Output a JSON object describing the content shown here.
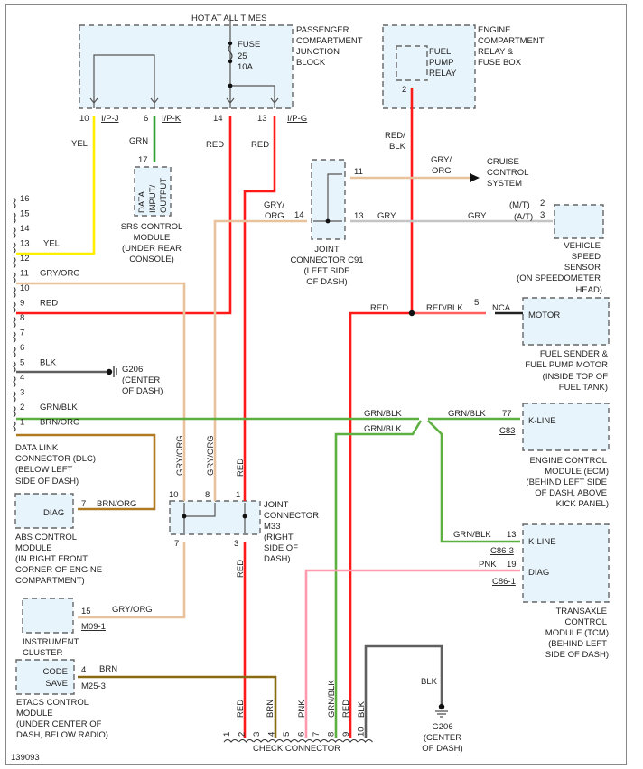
{
  "colors": {
    "RED": "#ff1a1a",
    "YEL": "#ffee00",
    "GRN": "#2fa02f",
    "GRN_BLK": "#5cb040",
    "GRY_ORG": "#e8c29c",
    "GRY": "#c4c4c4",
    "BRN_ORG": "#b07a20",
    "BRN": "#8a6a10",
    "PNK": "#ff99b0",
    "BLK": "#606060",
    "box_fill": "#e8f4fb"
  },
  "figure_id": "139093",
  "header": "HOT AT ALL TIMES",
  "pcjb": {
    "name_lines": [
      "PASSENGER",
      "COMPARTMENT",
      "JUNCTION",
      "BLOCK"
    ],
    "fuse_lines": [
      "FUSE",
      "25",
      "10A"
    ],
    "pins": [
      {
        "pin": "10",
        "conn": "I/P-J"
      },
      {
        "pin": "6",
        "conn": "I/P-K"
      },
      {
        "pin": "14",
        "conn": ""
      },
      {
        "pin": "13",
        "conn": "I/P-G"
      }
    ]
  },
  "ecrfb": {
    "name_lines": [
      "ENGINE",
      "COMPARTMENT",
      "RELAY &",
      "FUSE BOX"
    ],
    "relay_lines": [
      "FUEL",
      "PUMP",
      "RELAY"
    ],
    "pin": "2"
  },
  "wire_labels": {
    "yel": "YEL",
    "grn": "GRN",
    "red": "RED",
    "red_blk": "RED/",
    "red_blk2": "BLK",
    "gry_org1": "GRY/",
    "gry_org2": "ORG",
    "gry": "GRY",
    "gry_org": "GRY/ORG",
    "grn_blk": "GRN/BLK",
    "brn_org": "BRN/ORG",
    "brn": "BRN",
    "pnk": "PNK",
    "blk": "BLK",
    "nca": "NCA",
    "red_blk_full": "RED/BLK"
  },
  "srs": {
    "inner_lines": [
      "DATA",
      "INPUT/",
      "OUTPUT"
    ],
    "pin": "17",
    "name_lines": [
      "SRS CONTROL",
      "MODULE",
      "(UNDER REAR",
      "CONSOLE)"
    ]
  },
  "c91": {
    "pins": [
      "11",
      "14",
      "13"
    ],
    "name_lines": [
      "JOINT",
      "CONNECTOR C91",
      "(LEFT SIDE",
      "OF DASH)"
    ]
  },
  "cruise": {
    "name_lines": [
      "CRUISE",
      "CONTROL",
      "SYSTEM"
    ]
  },
  "vss": {
    "pin_mt": "(M/T)",
    "pin_mt_num": "2",
    "pin_at": "(A/T)",
    "pin_at_num": "3",
    "name_lines": [
      "VEHICLE",
      "SPEED",
      "SENSOR",
      "(ON SPEEDOMETER",
      "HEAD)"
    ]
  },
  "fuel_pump": {
    "inner": "MOTOR",
    "pin": "5",
    "name_lines": [
      "FUEL SENDER &",
      "FUEL PUMP MOTOR",
      "(INSIDE TOP OF",
      "FUEL TANK)"
    ]
  },
  "dlc": {
    "pins": [
      {
        "pin": "16",
        "wire": ""
      },
      {
        "pin": "15",
        "wire": ""
      },
      {
        "pin": "14",
        "wire": ""
      },
      {
        "pin": "13",
        "wire": "YEL"
      },
      {
        "pin": "12",
        "wire": ""
      },
      {
        "pin": "11",
        "wire": "GRY/ORG"
      },
      {
        "pin": "10",
        "wire": ""
      },
      {
        "pin": "9",
        "wire": "RED"
      },
      {
        "pin": "8",
        "wire": ""
      },
      {
        "pin": "7",
        "wire": ""
      },
      {
        "pin": "6",
        "wire": ""
      },
      {
        "pin": "5",
        "wire": "BLK"
      },
      {
        "pin": "4",
        "wire": ""
      },
      {
        "pin": "3",
        "wire": ""
      },
      {
        "pin": "2",
        "wire": "GRN/BLK"
      },
      {
        "pin": "1",
        "wire": "BRN/ORG"
      }
    ],
    "name_lines": [
      "DATA LINK",
      "CONNECTOR (DLC)",
      "(BELOW LEFT",
      "SIDE OF DASH)"
    ]
  },
  "ground_dash": {
    "name_lines": [
      "G206",
      "(CENTER",
      "OF DASH)"
    ]
  },
  "ecm": {
    "inner": "K-LINE",
    "pin": "77",
    "conn": "C83",
    "name_lines": [
      "ENGINE CONTROL",
      "MODULE (ECM)",
      "(BEHIND LEFT SIDE",
      "OF DASH, ABOVE",
      "KICK PANEL)"
    ]
  },
  "abs": {
    "inner": "DIAG",
    "pin": "7",
    "name_lines": [
      "ABS CONTROL",
      "MODULE",
      "(IN RIGHT FRONT",
      "CORNER OF ENGINE",
      "COMPARTMENT)"
    ]
  },
  "m33": {
    "pins": [
      "10",
      "8",
      "1",
      "7",
      "3"
    ],
    "name_lines": [
      "JOINT",
      "CONNECTOR",
      "M33",
      "(RIGHT",
      "SIDE OF",
      "DASH)"
    ]
  },
  "tcm": {
    "kline": "K-LINE",
    "kline_pin": "13",
    "kline_conn": "C86-3",
    "diag": "DIAG",
    "diag_pin": "19",
    "diag_conn": "C86-1",
    "name_lines": [
      "TRANSAXLE",
      "CONTROL",
      "MODULE (TCM)",
      "(BEHIND LEFT",
      "SIDE OF DASH)"
    ]
  },
  "cluster": {
    "pin": "15",
    "conn": "M09-1",
    "name_lines": [
      "INSTRUMENT",
      "CLUSTER"
    ]
  },
  "etacs": {
    "inner_lines": [
      "CODE",
      "SAVE"
    ],
    "pin": "4",
    "conn": "M25-3",
    "name_lines": [
      "ETACS CONTROL",
      "MODULE",
      "(UNDER CENTER OF",
      "DASH, BELOW RADIO)"
    ]
  },
  "check_connector": {
    "name": "CHECK CONNECTOR",
    "pins": [
      "1",
      "2",
      "3",
      "4",
      "5",
      "6",
      "7",
      "8",
      "9",
      "10"
    ],
    "wires": [
      {
        "pin": "2",
        "wire": "RED"
      },
      {
        "pin": "4",
        "wire": "BRN"
      },
      {
        "pin": "6",
        "wire": "PNK"
      },
      {
        "pin": "8",
        "wire": "GRN/BLK"
      },
      {
        "pin": "9",
        "wire": "RED"
      },
      {
        "pin": "10",
        "wire": "BLK"
      }
    ]
  },
  "ground_bottom": {
    "wire": "BLK",
    "name_lines": [
      "G206",
      "(CENTER",
      "OF DASH)"
    ]
  }
}
